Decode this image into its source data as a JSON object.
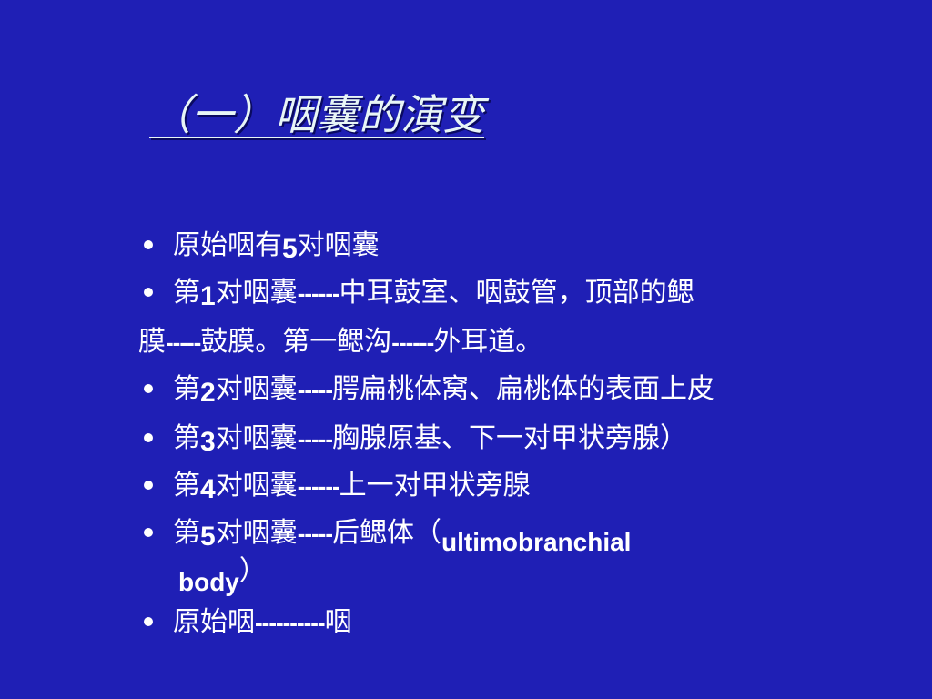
{
  "title": "（一）咽囊的演变",
  "items": [
    {
      "a": "原始咽有",
      "num": "5",
      "b": "对咽囊"
    },
    {
      "a": "第",
      "num": "1",
      "b": "对咽囊",
      "dash": "------",
      "c": "中耳鼓室、咽鼓管，顶部的鳃"
    },
    {
      "a": "膜",
      "dash": "-----",
      "b": "鼓膜。第一鳃沟",
      "dash2": "------",
      "c": "外耳道。"
    },
    {
      "a": "第",
      "num": "2",
      "b": "对咽囊",
      "dash": "-----",
      "c": "腭扁桃体窝、扁桃体的表面上皮"
    },
    {
      "a": "第",
      "num": "3",
      "b": "对咽囊",
      "dash": "-----",
      "c": "胸腺原基、下一对甲状旁腺）"
    },
    {
      "a": "第",
      "num": "4",
      "b": "对咽囊",
      "dash": "------",
      "c": "上一对甲状旁腺"
    },
    {
      "a": "第",
      "num": "5",
      "b": "对咽囊",
      "dash": "-----",
      "c": "后鳃体（",
      "latin": "ultimobranchial"
    },
    {
      "latin": "body",
      "c": "）"
    },
    {
      "a": "原始咽",
      "dash": "----------",
      "c": "咽"
    }
  ]
}
